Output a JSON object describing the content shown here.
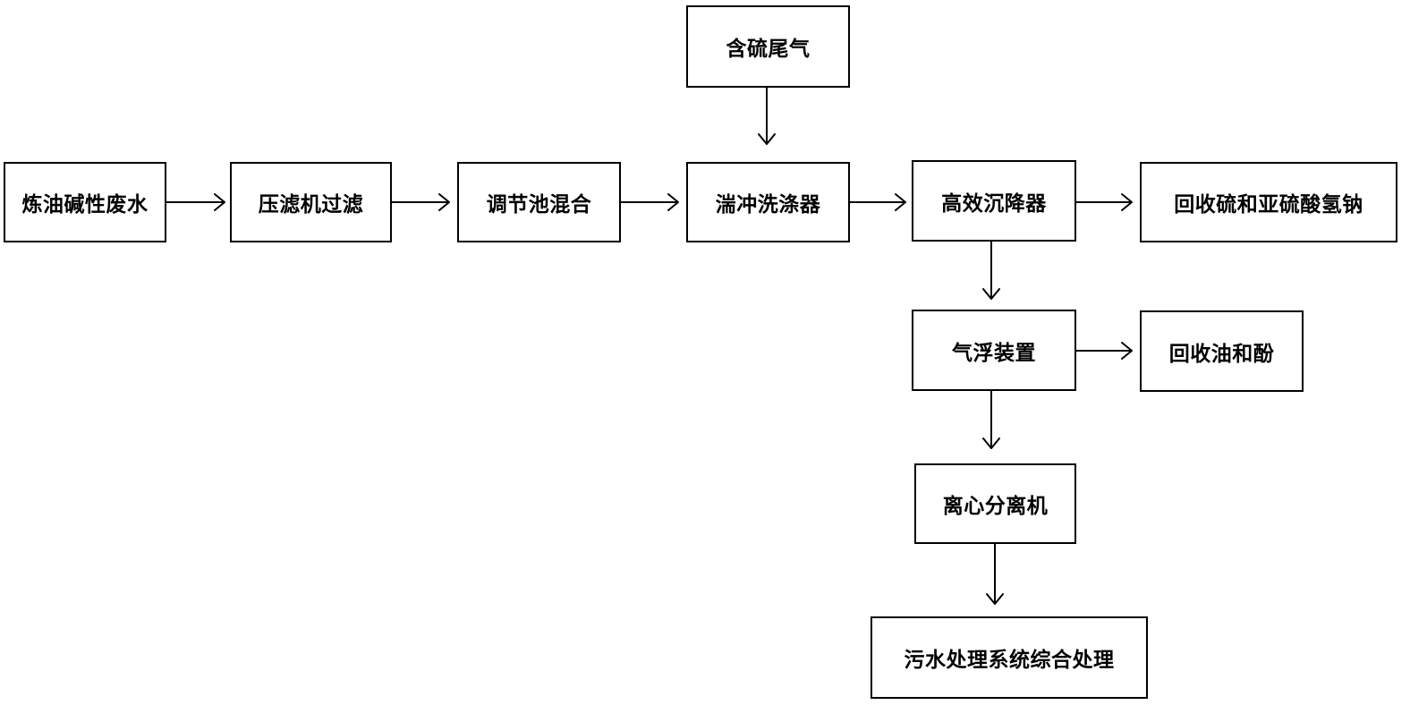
{
  "diagram": {
    "nodes": {
      "waste_water": "炼油碱性废水",
      "filter_press": "压滤机过滤",
      "equalization_tank": "调节池混合",
      "sulfur_tail_gas": "含硫尾气",
      "turbulent_scrubber": "湍冲洗涤器",
      "high_efficiency_settler": "高效沉降器",
      "recover_sulfur_bisulfite": "回收硫和亚硫酸氢钠",
      "air_flotation": "气浮装置",
      "recover_oil_phenol": "回收油和酚",
      "centrifuge": "离心分离机",
      "wastewater_treatment": "污水处理系统综合处理"
    }
  }
}
